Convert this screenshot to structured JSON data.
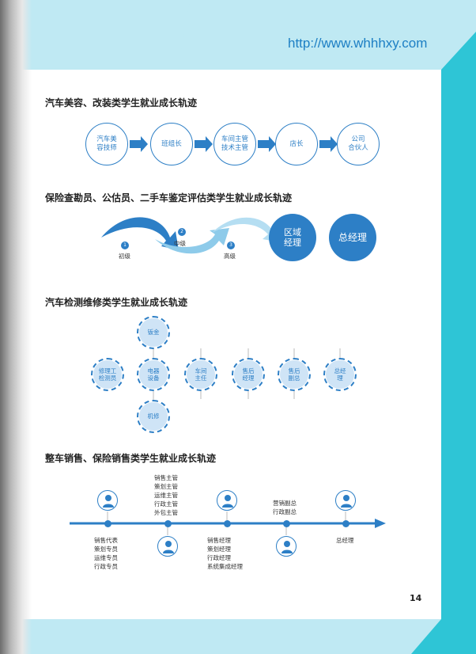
{
  "url": "http://www.whhhxy.com",
  "page_number": "14",
  "colors": {
    "primary": "#2d7fc6",
    "light": "#cfe4f6",
    "cyan": "#2ec5d6"
  },
  "section1": {
    "title": "汽车美容、改装类学生就业成长轨迹",
    "steps": [
      "汽车美\n容技师",
      "班组长",
      "车间主管\n技术主管",
      "店长",
      "公司\n合伙人"
    ]
  },
  "section2": {
    "title": "保险查勘员、公估员、二手车鉴定评估类学生就业成长轨迹",
    "levels": [
      {
        "num": "1",
        "label": "初级"
      },
      {
        "num": "2",
        "label": "中级"
      },
      {
        "num": "3",
        "label": "高级"
      }
    ],
    "big1": "区域\n经理",
    "big2": "总经理"
  },
  "section3": {
    "title": "汽车检测维修类学生就业成长轨迹",
    "start": "修理工\n检测员",
    "center": "电器\n设备",
    "top": "钣金",
    "bottom": "机修",
    "chain": [
      "车间\n主任",
      "售后\n经理",
      "售后\n副总",
      "总经\n理"
    ]
  },
  "section4": {
    "title": "整车销售、保险销售类学生就业成长轨迹",
    "below1": [
      "销售代表",
      "策划专员",
      "运维专员",
      "行政专员"
    ],
    "above2": [
      "销售主管",
      "策划主管",
      "运维主管",
      "行政主管",
      "外包主管"
    ],
    "below3": [
      "销售经理",
      "策划经理",
      "行政经理",
      "系统集成经理"
    ],
    "above4": [
      "营销副总",
      "行政副总"
    ],
    "below5": [
      "总经理"
    ],
    "icons": [
      "person-at-desk-icon",
      "person-icon",
      "person-icon",
      "person-icon",
      "businessman-icon"
    ]
  }
}
